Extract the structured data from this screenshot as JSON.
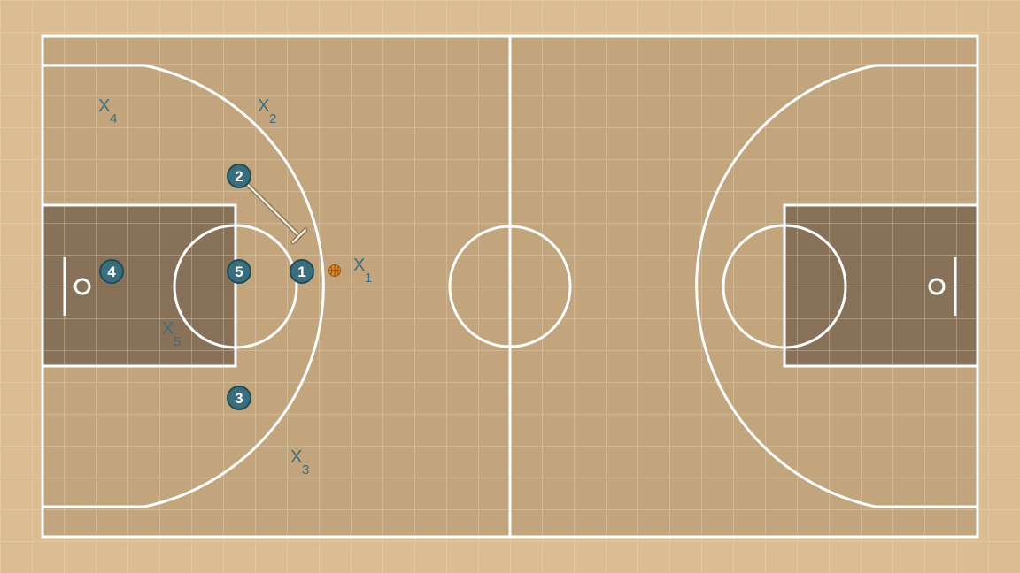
{
  "colors": {
    "floor_outer": "#dcbd91",
    "floor_court": "#c2a57d",
    "paint": "#877158",
    "lines": "#ffffff",
    "offense_fill": "#3a6e7d",
    "offense_stroke": "#1f4c58",
    "defense_label": "#3d6f7d",
    "ball": "#e58b25"
  },
  "offense": [
    {
      "number": "1",
      "icon": "offense-player-icon"
    },
    {
      "number": "2",
      "icon": "offense-player-icon"
    },
    {
      "number": "3",
      "icon": "offense-player-icon"
    },
    {
      "number": "4",
      "icon": "offense-player-icon"
    },
    {
      "number": "5",
      "icon": "offense-player-icon"
    }
  ],
  "defense": [
    {
      "label": "X",
      "sub": "1"
    },
    {
      "label": "X",
      "sub": "2"
    },
    {
      "label": "X",
      "sub": "3"
    },
    {
      "label": "X",
      "sub": "4"
    },
    {
      "label": "X",
      "sub": "5"
    }
  ],
  "actions": [
    {
      "type": "screen",
      "from": "2",
      "icon": "screen-line-icon"
    }
  ],
  "ball": {
    "holder": "1",
    "icon": "basketball-icon"
  }
}
